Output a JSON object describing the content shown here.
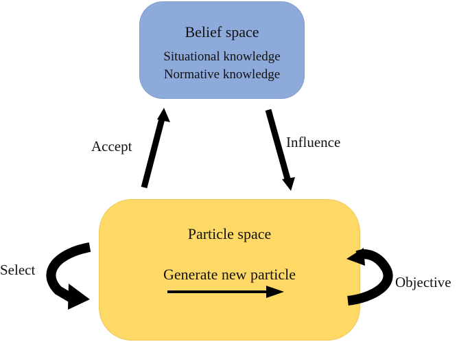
{
  "colors": {
    "belief_fill": "#8eaadb",
    "particle_fill": "#ffd966",
    "arrow": "#000000",
    "text": "#111111"
  },
  "belief_space": {
    "title": "Belief space",
    "lines": [
      "Situational knowledge",
      "Normative knowledge"
    ]
  },
  "particle_space": {
    "title": "Particle space",
    "generate_label": "Generate new particle"
  },
  "edges": {
    "accept": "Accept",
    "influence": "Influence",
    "select": "Select",
    "objective": "Objective"
  },
  "icons": {
    "accept_arrow": "up-arrow",
    "influence_arrow": "down-arrow",
    "generate_arrow": "right-arrow",
    "select_arrow": "curved-loop-arrow",
    "objective_arrow": "curved-loop-arrow"
  }
}
